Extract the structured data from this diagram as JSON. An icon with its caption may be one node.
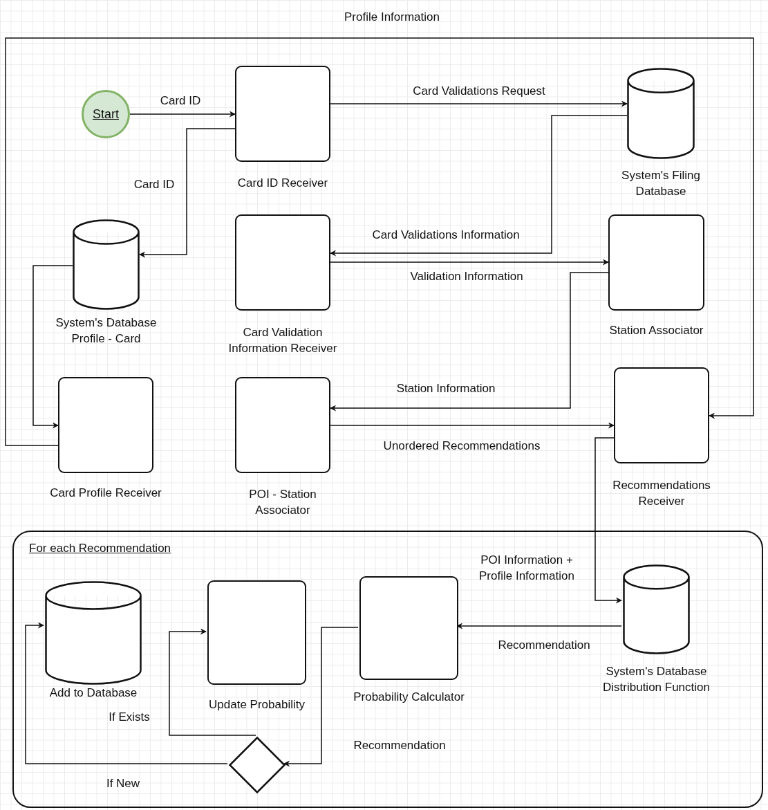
{
  "diagram": {
    "nodes": [
      {
        "text": [
          "Start"
        ]
      },
      {
        "text": [
          "Card ID Receiver"
        ]
      },
      {
        "text": [
          "System's Filing Database"
        ]
      },
      {
        "text": [
          "System's Database Profile - Card"
        ]
      },
      {
        "text": [
          "Card Validation Information Receiver"
        ]
      },
      {
        "text": [
          "Station Associator"
        ]
      },
      {
        "text": [
          "Card Profile Receiver"
        ]
      },
      {
        "text": [
          "POI - Station Associator"
        ]
      },
      {
        "text": [
          "Recommendations Receiver"
        ]
      },
      {
        "text": [
          "For each Recommendation"
        ]
      },
      {
        "text": [
          "Add to Database"
        ],
        "in": 9
      },
      {
        "text": [
          "Update Probability"
        ],
        "in": 9
      },
      {
        "text": [
          "Probability Calculator"
        ],
        "in": 9
      },
      {
        "text": [
          "System's Database Distribution Function"
        ],
        "in": 9
      },
      {
        "text": [],
        "shape": "diamond",
        "in": 9
      }
    ],
    "edges": [
      {
        "from": 0,
        "to": 1,
        "arrow": "to",
        "label": "Card ID"
      },
      {
        "from": 1,
        "to": 3,
        "arrow": "to",
        "label": "Card ID"
      },
      {
        "from": 1,
        "to": 2,
        "arrow": "to",
        "label": "Card Validations Request"
      },
      {
        "from": 2,
        "to": 4,
        "arrow": "to",
        "label": "Card Validations Information"
      },
      {
        "from": 4,
        "to": 5,
        "arrow": "to",
        "label": "Validation Information"
      },
      {
        "from": 5,
        "to": 7,
        "arrow": "to",
        "label": "Station Information"
      },
      {
        "from": 7,
        "to": 8,
        "arrow": "to",
        "label": "Unordered Recommendations"
      },
      {
        "from": 3,
        "to": 6,
        "arrow": "to"
      },
      {
        "from": 6,
        "to": 8,
        "arrow": "to",
        "label": "Profile Information"
      },
      {
        "from": 8,
        "to": 13,
        "arrow": "to",
        "label": "POI Information + Profile Information"
      },
      {
        "from": 13,
        "to": 12,
        "arrow": "to",
        "label": "Recommendation"
      },
      {
        "from": 12,
        "to": 14,
        "arrow": "to",
        "label": "Recommendation"
      },
      {
        "from": 14,
        "to": 11,
        "arrow": "to",
        "label": "If Exists"
      },
      {
        "from": 14,
        "to": 10,
        "arrow": "to",
        "label": "If New"
      }
    ]
  }
}
